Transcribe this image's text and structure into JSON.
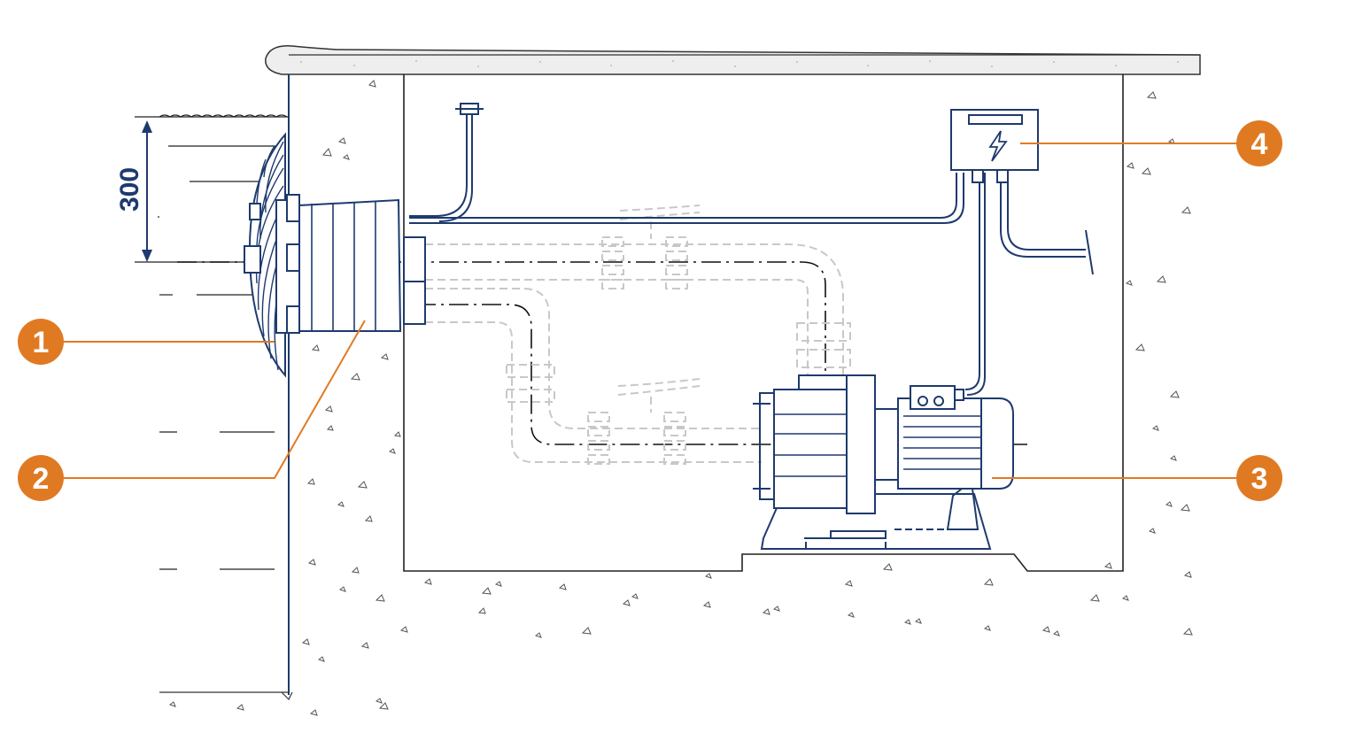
{
  "diagram": {
    "dimension_label": "300",
    "callouts": [
      {
        "number": "1",
        "component": "wall-nozzle"
      },
      {
        "number": "2",
        "component": "wall-sleeve"
      },
      {
        "number": "3",
        "component": "pump-motor"
      },
      {
        "number": "4",
        "component": "electrical-box"
      }
    ],
    "colors": {
      "line": "#1e3a6e",
      "callout": "#e07a22",
      "ghost": "#c8c8c8",
      "concrete": "#f0f0f0"
    }
  }
}
